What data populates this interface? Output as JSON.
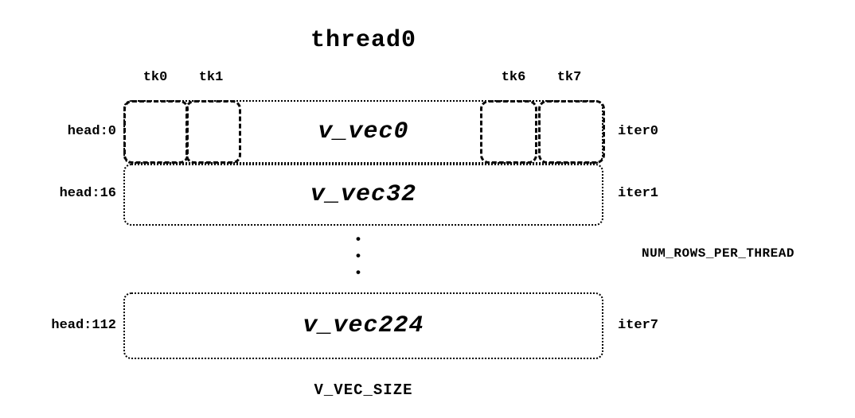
{
  "title": "thread0",
  "ticks": [
    "tk0",
    "tk1",
    "tk6",
    "tk7"
  ],
  "rows": [
    {
      "head": "head:0",
      "vec": "v_vec0",
      "iter": "iter0"
    },
    {
      "head": "head:16",
      "vec": "v_vec32",
      "iter": "iter1"
    },
    {
      "head": "head:112",
      "vec": "v_vec224",
      "iter": "iter7"
    }
  ],
  "ellipsis": "•\n•\n•",
  "right_label": "NUM_ROWS_PER_THREAD",
  "bottom_label": "V_VEC_SIZE",
  "colors": {
    "ink": "#000000",
    "background": "#ffffff"
  }
}
